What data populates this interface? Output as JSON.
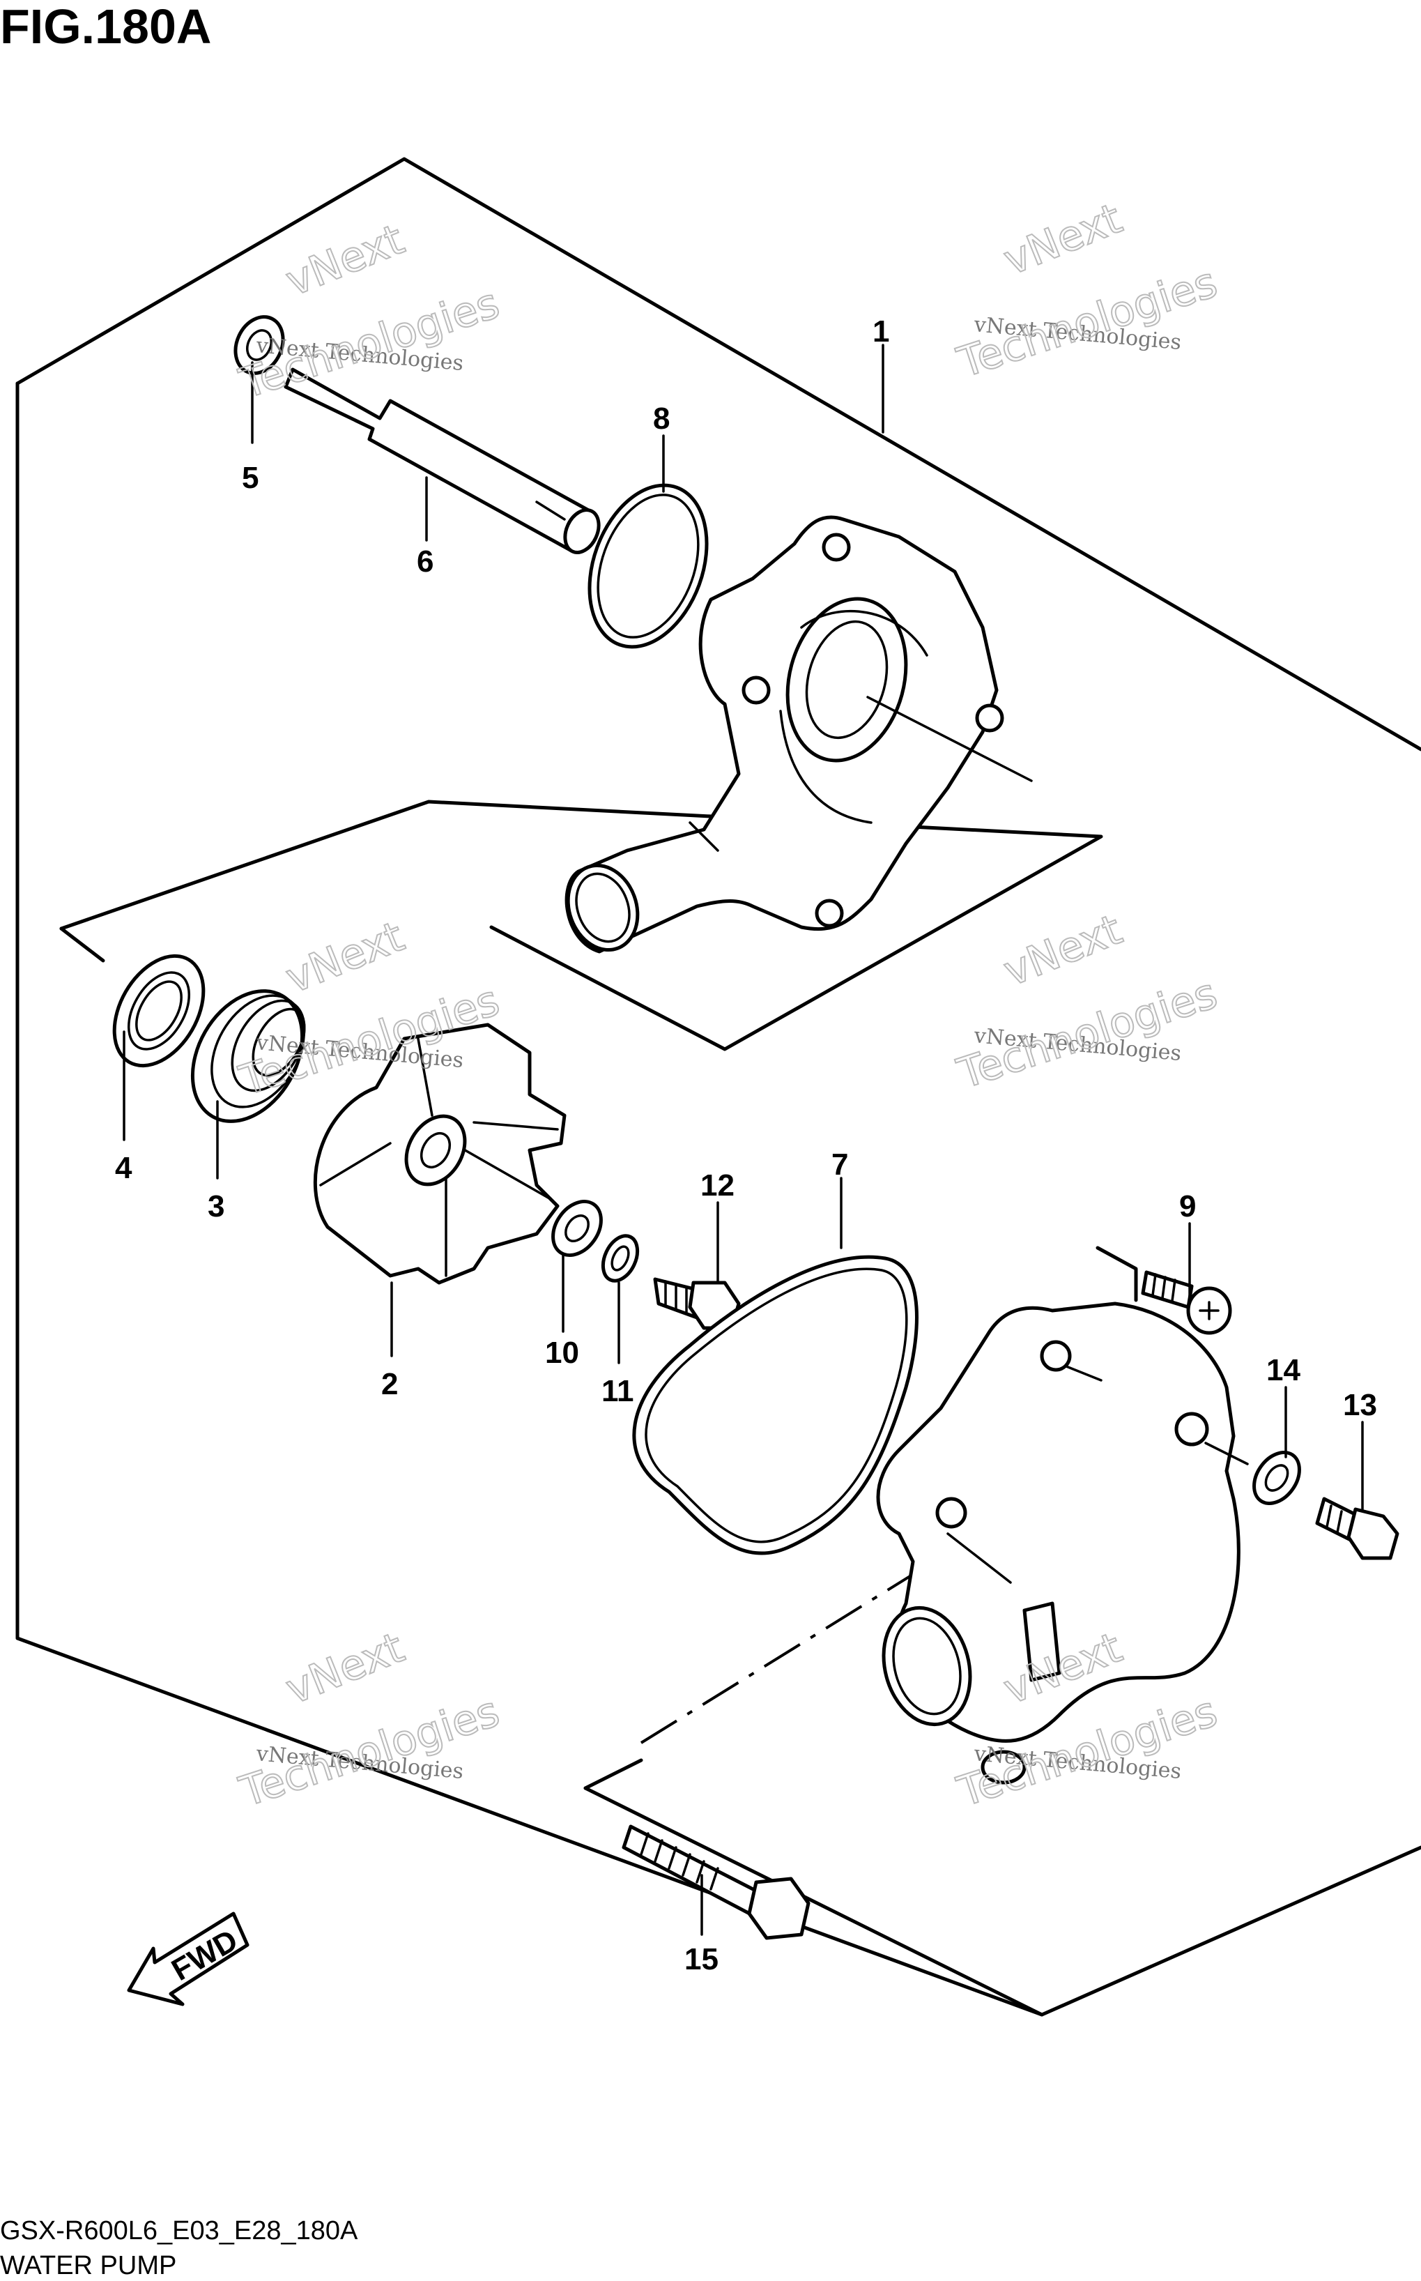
{
  "figure": {
    "title": "FIG.180A",
    "code": "GSX-R600L6_E03_E28_180A",
    "name": "WATER PUMP"
  },
  "callouts": [
    {
      "id": "1",
      "label": "1"
    },
    {
      "id": "2",
      "label": "2"
    },
    {
      "id": "3",
      "label": "3"
    },
    {
      "id": "4",
      "label": "4"
    },
    {
      "id": "5",
      "label": "5"
    },
    {
      "id": "6",
      "label": "6"
    },
    {
      "id": "7",
      "label": "7"
    },
    {
      "id": "8",
      "label": "8"
    },
    {
      "id": "9",
      "label": "9"
    },
    {
      "id": "10",
      "label": "10"
    },
    {
      "id": "11",
      "label": "11"
    },
    {
      "id": "12",
      "label": "12"
    },
    {
      "id": "13",
      "label": "13"
    },
    {
      "id": "14",
      "label": "14"
    },
    {
      "id": "15",
      "label": "15"
    }
  ],
  "direction_arrow": {
    "label": "FWD"
  },
  "watermark": {
    "line1": "vNext Technologies",
    "line2": "vNext",
    "line3": "Technologies"
  }
}
